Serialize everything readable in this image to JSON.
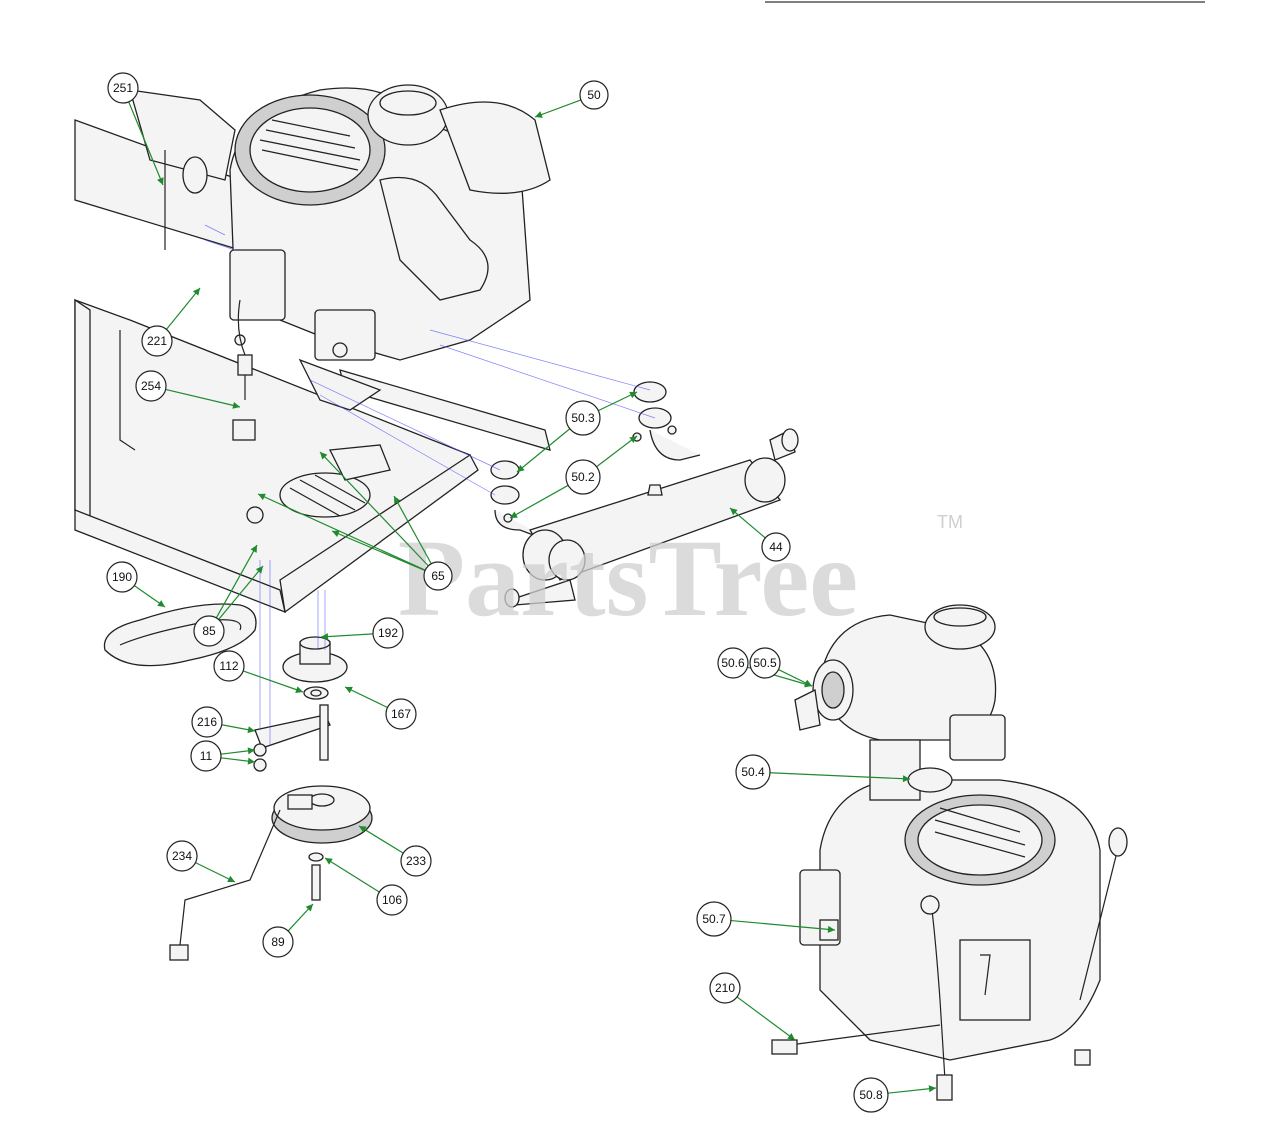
{
  "watermark": {
    "text": "PartsTree",
    "trademark": "TM"
  },
  "callouts": [
    {
      "label": "251"
    },
    {
      "label": "50"
    },
    {
      "label": "221"
    },
    {
      "label": "254"
    },
    {
      "label": "50.3"
    },
    {
      "label": "50.2"
    },
    {
      "label": "44"
    },
    {
      "label": "65"
    },
    {
      "label": "190"
    },
    {
      "label": "85"
    },
    {
      "label": "192"
    },
    {
      "label": "112"
    },
    {
      "label": "167"
    },
    {
      "label": "216"
    },
    {
      "label": "11"
    },
    {
      "label": "233"
    },
    {
      "label": "234"
    },
    {
      "label": "106"
    },
    {
      "label": "89"
    },
    {
      "label": "50.6"
    },
    {
      "label": "50.5"
    },
    {
      "label": "50.4"
    },
    {
      "label": "50.7"
    },
    {
      "label": "210"
    },
    {
      "label": "50.8"
    }
  ],
  "colors": {
    "leader": "#1f8a2e",
    "ghost_line": "#4a4aff",
    "watermark": "#cfcfcf"
  }
}
